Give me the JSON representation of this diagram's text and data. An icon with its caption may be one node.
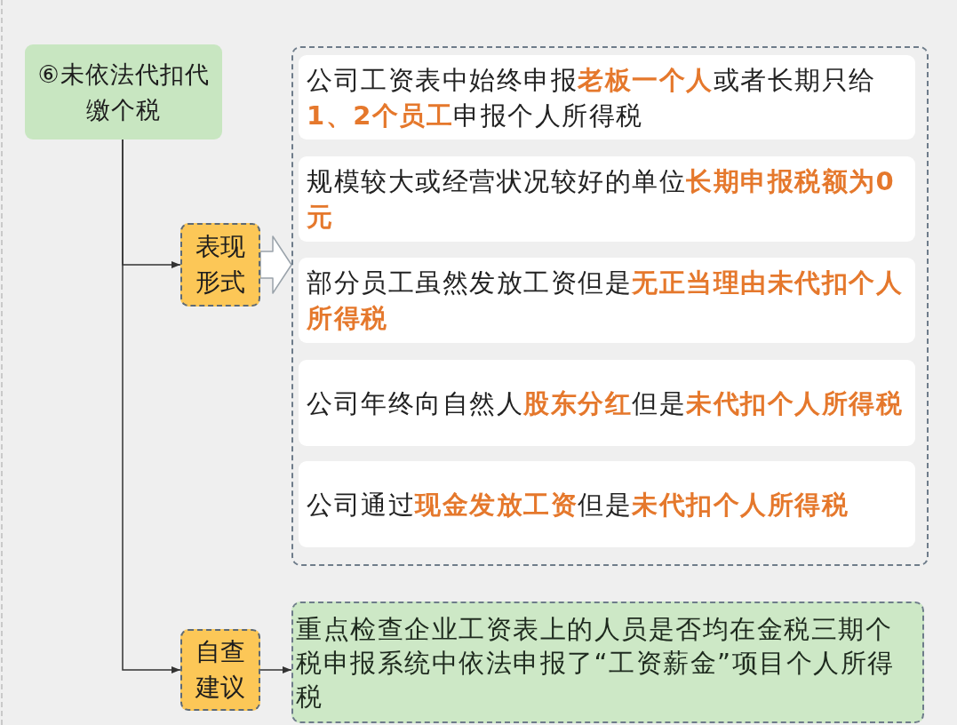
{
  "diagram": {
    "nodes": [
      {
        "text": [
          "⑥未依法代扣代缴个税"
        ]
      },
      {
        "text": [
          "表现形式"
        ]
      },
      {
        "text": [],
        "shape": "box"
      },
      {
        "text": [
          "公司工资表中始终申报**老板一个人**或者长期只给**1、2个员工**申报个人所得税"
        ],
        "in": 2
      },
      {
        "text": [
          "规模较大或经营状况较好的单位**长期申报税额为0元**"
        ],
        "in": 2
      },
      {
        "text": [
          "部分员工虽然发放工资但是**无正当理由未代扣个人所得税**"
        ],
        "in": 2
      },
      {
        "text": [
          "公司年终向自然人**股东分红**但是**未代扣个人所得税**"
        ],
        "in": 2
      },
      {
        "text": [
          "公司通过**现金发放工资**但是**未代扣个人所得税**"
        ],
        "in": 2
      },
      {
        "text": [
          "自查建议"
        ]
      },
      {
        "text": [
          "重点检查企业工资表上的人员是否均在金税三期个税申报系统中依法申报了“工资薪金”项目个人所得税"
        ]
      }
    ],
    "edges": [
      {
        "from": 0,
        "to": 1,
        "arrow": "to"
      },
      {
        "from": 0,
        "to": 8,
        "arrow": "to"
      },
      {
        "from": 1,
        "to": 2,
        "arrow": "to",
        "style": "thick"
      },
      {
        "from": 8,
        "to": 9,
        "arrow": "to"
      }
    ]
  }
}
